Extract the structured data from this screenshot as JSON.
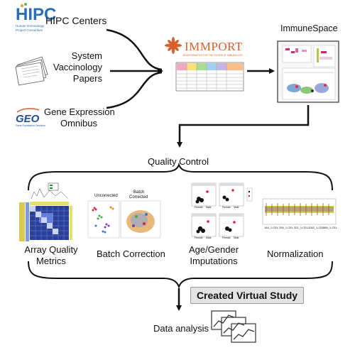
{
  "sources": {
    "hipc": {
      "logo": "HIPC",
      "logo_sub1": "Human Immunology",
      "logo_sub2": "Project Consortium",
      "label": "HIPC Centers"
    },
    "papers": {
      "label_lines": [
        "System",
        "Vaccinology",
        "Papers"
      ]
    },
    "geo": {
      "logo": "GEO",
      "logo_sub": "Gene Expression Omnibus",
      "label_lines": [
        "Gene Expression",
        "Omnibus"
      ]
    }
  },
  "immport": {
    "logo": "IMMPORT",
    "tagline": "BIOINFORMATICS FOR THE FUTURE OF IMMUNOLOGY"
  },
  "immunespace": {
    "label": "ImmuneSpace"
  },
  "quality_control": {
    "title": "Quality Control",
    "panels": [
      {
        "label_lines": [
          "Array Quality",
          "Metrics"
        ]
      },
      {
        "label_lines": [
          "Batch Correction"
        ],
        "sub_labels": [
          "Uncorrected",
          "Batch",
          "Corrected"
        ]
      },
      {
        "label_lines": [
          "Age/Gender",
          "Imputations"
        ],
        "mini_labels": [
          "Female",
          "Male"
        ]
      },
      {
        "label_lines": [
          "Normalization"
        ],
        "tick_labels": [
          "164_1.CEL",
          "255_1.CEL",
          "321_1.CEL",
          "3262_1.CEL",
          "585_1.CEL"
        ]
      }
    ]
  },
  "virtual_study": {
    "label": "Created Virtual Study"
  },
  "analysis": {
    "label": "Data analysis"
  },
  "colors": {
    "arrow": "#111111",
    "hipc_blue": "#2a6fb5",
    "immport_orange": "#d4622a",
    "geo_blue": "#1b4f9c",
    "virtual_bg": "#e3e3e3"
  }
}
